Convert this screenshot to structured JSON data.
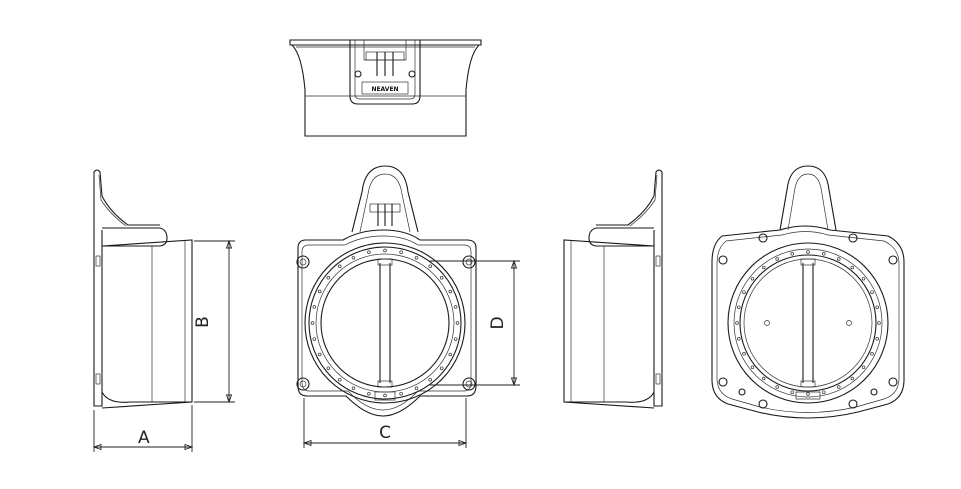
{
  "dimensions": {
    "a": "A",
    "b": "B",
    "c": "C",
    "d": "D"
  },
  "top_view": {
    "brand_text": "NEAVEN"
  }
}
